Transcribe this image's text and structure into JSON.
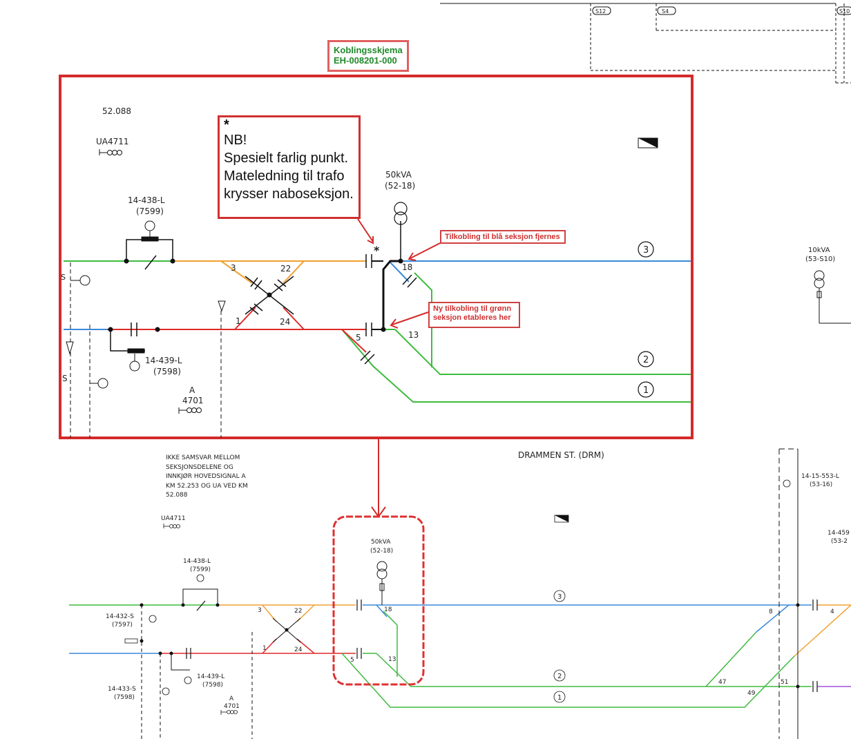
{
  "doc_ref": {
    "line1": "Koblingsskjema",
    "line2": "EH-008201-000"
  },
  "nb_box": {
    "star": "*",
    "lines": [
      "NB!",
      "Spesielt farlig punkt.",
      "Mateledning til trafo",
      "krysser naboseksjon."
    ]
  },
  "tags": {
    "blue_removed": "Tilkobling til blå seksjon fjernes",
    "green_new_1": "Ny tilkobling til grønn",
    "green_new_2": "seksjon etableres her"
  },
  "top_detail": {
    "km": "52.088",
    "signal": "UA4711",
    "switch_upper": {
      "name": "14-438-L",
      "num": "(7599)"
    },
    "switch_lower": {
      "name": "14-439-L",
      "num": "(7598)"
    },
    "transformer": {
      "rating": "50kVA",
      "id": "(52-18)"
    },
    "transformer_right": {
      "rating": "10kVA",
      "id": "(53-S10)"
    },
    "signal_a": {
      "letter": "A",
      "num": "4701"
    },
    "tracks": {
      "t3": "3",
      "t2": "2",
      "t1": "1"
    },
    "sections": [
      "3",
      "22",
      "1",
      "24",
      "5",
      "13",
      "18"
    ],
    "star": "*",
    "top_refs": [
      "S12",
      "S4",
      "S10"
    ],
    "edge_s": "S"
  },
  "bottom": {
    "note": [
      "IKKE SAMSVAR MELLOM",
      "SEKSJONSDELENE OG",
      "INNKJØR HOVEDSIGNAL A",
      "KM 52.253 OG UA VED KM",
      "52.088"
    ],
    "station": "DRAMMEN ST. (DRM)",
    "signal": "UA4711",
    "switch_upper": {
      "name": "14-438-L",
      "num": "(7599)"
    },
    "switch_lower": {
      "name": "14-439-L",
      "num": "(7598)"
    },
    "switch_432": {
      "name": "14-432-S",
      "num": "(7597)"
    },
    "switch_433": {
      "name": "14-433-S",
      "num": "(7598)"
    },
    "switch_553": {
      "name": "14-15-553-L",
      "num": "(53-16)"
    },
    "switch_459": {
      "name": "14-459",
      "num": "(53-2"
    },
    "transformer": {
      "rating": "50kVA",
      "id": "(52-18)"
    },
    "signal_a": {
      "letter": "A",
      "num": "4701"
    },
    "tracks": {
      "t3": "3",
      "t2": "2",
      "t1": "1"
    },
    "sections": [
      "3",
      "22",
      "1",
      "24",
      "5",
      "13",
      "18",
      "8",
      "4",
      "47",
      "49",
      "51"
    ]
  },
  "colors": {
    "green": "#3dbb3d",
    "orange": "#f0a030",
    "blue": "#3a8ad8",
    "red": "#e02828",
    "purple": "#a050e0",
    "frame": "#d42a2a"
  }
}
